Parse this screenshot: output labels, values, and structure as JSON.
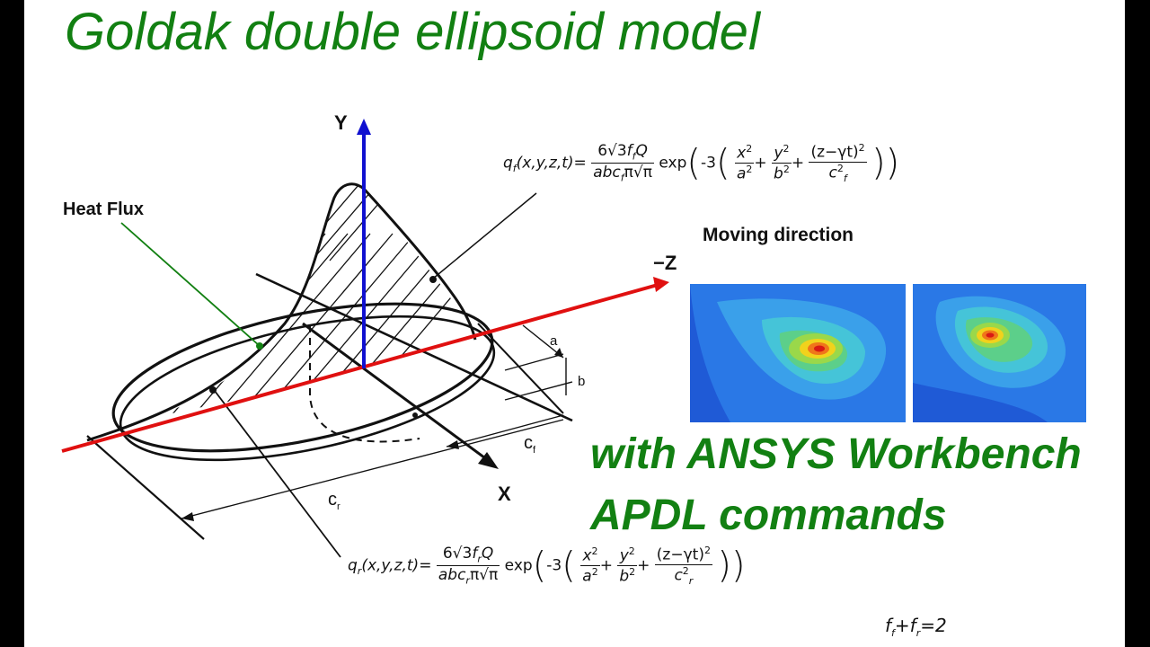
{
  "title": "Goldak double ellipsoid model",
  "subtitle_line1": "with ANSYS Workbench",
  "subtitle_line2": "APDL commands",
  "labels": {
    "y_axis": "Y",
    "z_axis": "−Z",
    "x_axis": "X",
    "heat_flux": "Heat Flux",
    "moving_direction": "Moving direction",
    "a": "a",
    "b": "b",
    "cf": "c",
    "cf_sub": "f",
    "cr": "c",
    "cr_sub": "r"
  },
  "equations": {
    "front_lhs": "q",
    "front_lhs_sub": "f",
    "rear_lhs": "q",
    "rear_lhs_sub": "r",
    "args": "(x,y,z,t)=",
    "num_coef": "6√3",
    "num_f": "f",
    "num_f_sub_front": "f",
    "num_f_sub_rear": "r",
    "num_q": "Q",
    "den_main": "abc",
    "den_sub_front": "f",
    "den_sub_rear": "r",
    "den_tail": "π√π",
    "exp": "exp",
    "minus3": "-3",
    "x2": "x",
    "a2": "a",
    "y2": "y",
    "b2": "b",
    "zterm": "(z−γt)",
    "c": "c",
    "sq": "2",
    "plus": "+",
    "sum": "f",
    "sum_sub1": "f",
    "sum_plus": "+f",
    "sum_sub2": "r",
    "sum_eq": "=2"
  },
  "colors": {
    "title_green": "#128012",
    "y_axis": "#1010d0",
    "z_axis": "#e01010",
    "heat_flux_leader": "#128012",
    "sim_background": "#1f5ad6"
  }
}
